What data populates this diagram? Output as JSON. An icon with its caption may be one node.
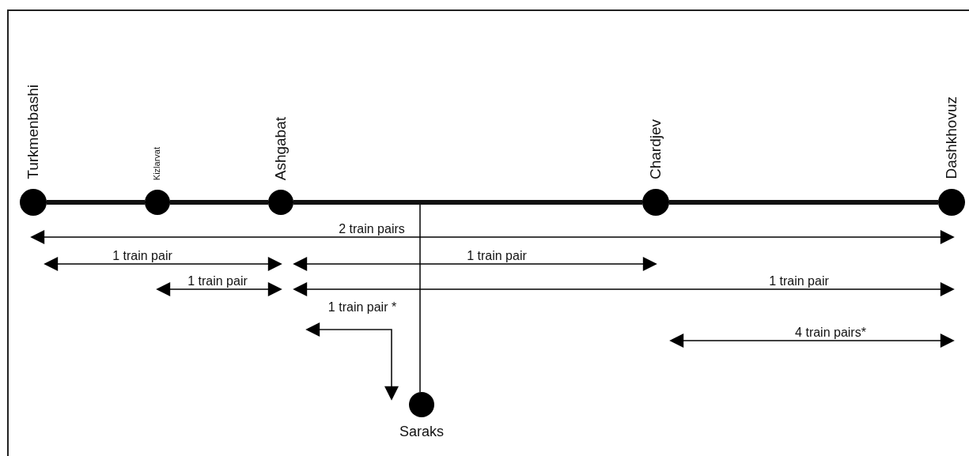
{
  "diagram": {
    "nodes": [
      {
        "text": [
          "Turkmenbashi"
        ]
      },
      {
        "text": [
          "Kizlarvat"
        ]
      },
      {
        "text": [
          "Ashgabat"
        ]
      },
      {
        "text": [
          "Chardjev"
        ]
      },
      {
        "text": [
          "Dashkhovuz"
        ]
      },
      {
        "text": [
          "Saraks"
        ]
      }
    ],
    "edges": [
      {
        "from": 0,
        "to": 1,
        "arrow": "none"
      },
      {
        "from": 1,
        "to": 2,
        "arrow": "none"
      },
      {
        "from": 2,
        "to": 3,
        "arrow": "none"
      },
      {
        "from": 3,
        "to": 4,
        "arrow": "none"
      },
      {
        "from": null,
        "to": 5,
        "arrow": "none"
      },
      {
        "from": null,
        "to": 5,
        "arrow": "both",
        "label": "1 train pair *"
      }
    ],
    "labels": [
      "2 train pairs",
      "1 train pair",
      "1 train pair",
      "1 train pair",
      "1 train pair",
      "4 train pairs*"
    ]
  }
}
